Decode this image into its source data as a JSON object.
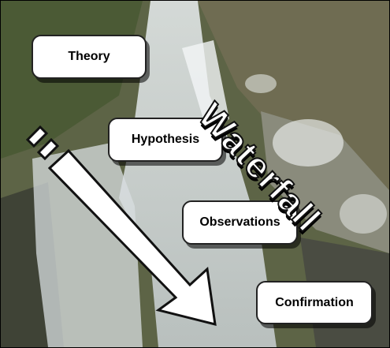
{
  "title": "Waterfall",
  "stages": [
    {
      "label": "Theory"
    },
    {
      "label": "Hypothesis"
    },
    {
      "label": "Observations"
    },
    {
      "label": "Confirmation"
    }
  ],
  "colors": {
    "box_fill": "#ffffff",
    "box_border": "#222222",
    "arrow_fill": "#ffffff",
    "arrow_stroke": "#111111",
    "title_fill": "#ffffff"
  },
  "background": "waterfall-photo"
}
